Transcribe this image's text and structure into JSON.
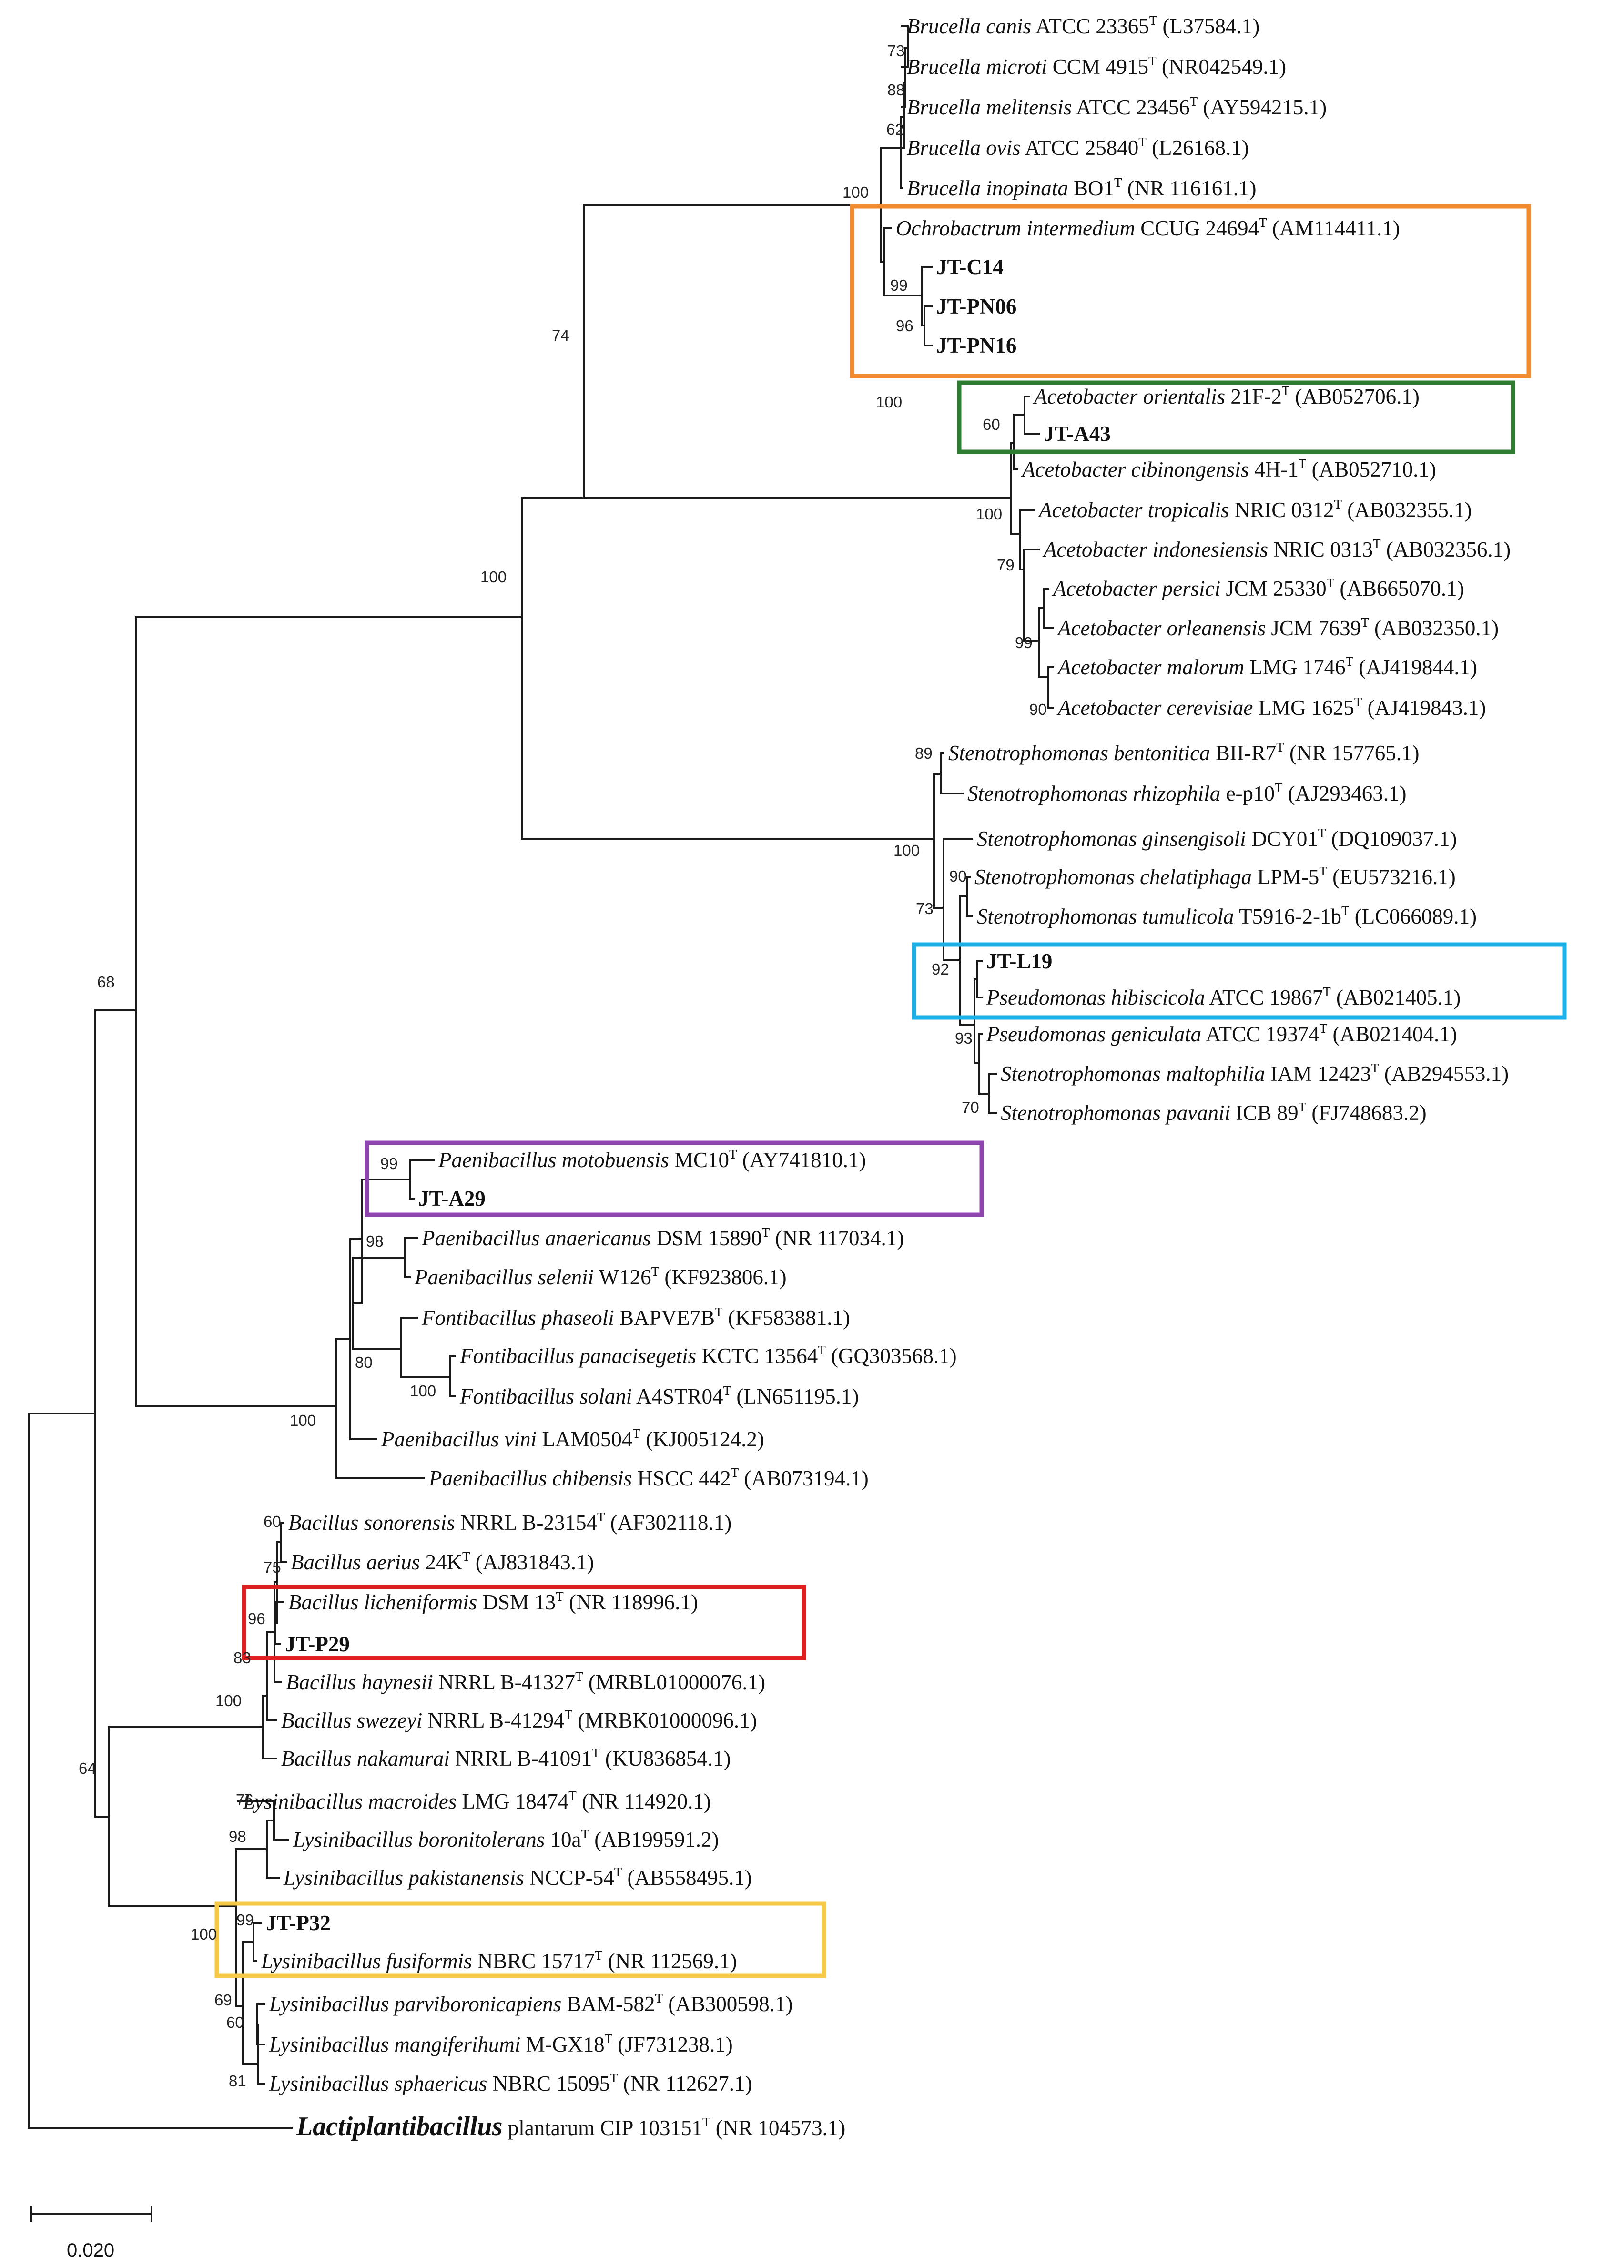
{
  "taxa": [
    {
      "id": "t1",
      "genus": "Brucella canis",
      "rest": " ATCC 23365",
      "accession": " (L37584.1)"
    },
    {
      "id": "t2",
      "genus": "Brucella microti",
      "rest": " CCM 4915",
      "accession": " (NR042549.1)"
    },
    {
      "id": "t3",
      "genus": "Brucella melitensis",
      "rest": " ATCC 23456",
      "accession": " (AY594215.1)"
    },
    {
      "id": "t4",
      "genus": "Brucella ovis",
      "rest": " ATCC 25840",
      "accession": " (L26168.1)"
    },
    {
      "id": "t5",
      "genus": "Brucella inopinata",
      "rest": " BO1",
      "accession": " (NR 116161.1)"
    },
    {
      "id": "t6",
      "genus": "Ochrobactrum intermedium",
      "rest": " CCUG 24694",
      "accession": " (AM114411.1)"
    },
    {
      "id": "t7",
      "genus": "",
      "rest": "JT-C14",
      "accession": "",
      "bold": true
    },
    {
      "id": "t8",
      "genus": "",
      "rest": "JT-PN06",
      "accession": "",
      "bold": true
    },
    {
      "id": "t9",
      "genus": "",
      "rest": "JT-PN16",
      "accession": "",
      "bold": true
    },
    {
      "id": "t10",
      "genus": "Acetobacter orientalis",
      "rest": " 21F-2",
      "accession": " (AB052706.1)"
    },
    {
      "id": "t11",
      "genus": "",
      "rest": "JT-A43",
      "accession": "",
      "bold": true
    },
    {
      "id": "t12",
      "genus": "Acetobacter cibinongensis",
      "rest": " 4H-1",
      "accession": " (AB052710.1)"
    },
    {
      "id": "t13",
      "genus": "Acetobacter tropicalis",
      "rest": " NRIC 0312",
      "accession": " (AB032355.1)"
    },
    {
      "id": "t14",
      "genus": "Acetobacter indonesiensis",
      "rest": " NRIC 0313",
      "accession": " (AB032356.1)"
    },
    {
      "id": "t15",
      "genus": "Acetobacter persici",
      "rest": " JCM 25330",
      "accession": " (AB665070.1)"
    },
    {
      "id": "t16",
      "genus": "Acetobacter orleanensis",
      "rest": " JCM 7639",
      "accession": " (AB032350.1)"
    },
    {
      "id": "t17",
      "genus": "Acetobacter malorum",
      "rest": " LMG 1746",
      "accession": " (AJ419844.1)"
    },
    {
      "id": "t18",
      "genus": "Acetobacter cerevisiae",
      "rest": " LMG 1625",
      "accession": " (AJ419843.1)"
    },
    {
      "id": "t19",
      "genus": "Stenotrophomonas bentonitica",
      "rest": " BII-R7",
      "accession": " (NR 157765.1)"
    },
    {
      "id": "t20",
      "genus": "Stenotrophomonas rhizophila",
      "rest": " e-p10",
      "accession": " (AJ293463.1)"
    },
    {
      "id": "t21",
      "genus": "Stenotrophomonas ginsengisoli",
      "rest": " DCY01",
      "accession": " (DQ109037.1)"
    },
    {
      "id": "t22",
      "genus": "Stenotrophomonas chelatiphaga",
      "rest": " LPM-5",
      "accession": " (EU573216.1)"
    },
    {
      "id": "t23",
      "genus": "Stenotrophomonas tumulicola",
      "rest": " T5916-2-1b",
      "accession": " (LC066089.1)"
    },
    {
      "id": "t24",
      "genus": "",
      "rest": "JT-L19",
      "accession": "",
      "bold": true
    },
    {
      "id": "t25",
      "genus": "Pseudomonas hibiscicola",
      "rest": " ATCC 19867",
      "accession": " (AB021405.1)"
    },
    {
      "id": "t26",
      "genus": "Pseudomonas geniculata",
      "rest": " ATCC 19374",
      "accession": " (AB021404.1)"
    },
    {
      "id": "t27",
      "genus": "Stenotrophomonas maltophilia",
      "rest": " IAM 12423",
      "accession": " (AB294553.1)"
    },
    {
      "id": "t28",
      "genus": "Stenotrophomonas pavanii",
      "rest": " ICB 89",
      "accession": " (FJ748683.2)"
    },
    {
      "id": "t29",
      "genus": "Paenibacillus motobuensis",
      "rest": " MC10",
      "accession": " (AY741810.1)"
    },
    {
      "id": "t30",
      "genus": "",
      "rest": "JT-A29",
      "accession": "",
      "bold": true
    },
    {
      "id": "t31",
      "genus": "Paenibacillus anaericanus",
      "rest": " DSM 15890",
      "accession": " (NR 117034.1)"
    },
    {
      "id": "t32",
      "genus": "Paenibacillus selenii",
      "rest": " W126",
      "accession": " (KF923806.1)"
    },
    {
      "id": "t33",
      "genus": "Fontibacillus phaseoli",
      "rest": " BAPVE7B",
      "accession": " (KF583881.1)"
    },
    {
      "id": "t34",
      "genus": "Fontibacillus panacisegetis",
      "rest": " KCTC 13564",
      "accession": " (GQ303568.1)"
    },
    {
      "id": "t35",
      "genus": "Fontibacillus solani",
      "rest": " A4STR04",
      "accession": " (LN651195.1)"
    },
    {
      "id": "t36",
      "genus": "Paenibacillus vini",
      "rest": " LAM0504",
      "accession": " (KJ005124.2)"
    },
    {
      "id": "t37",
      "genus": "Paenibacillus chibensis",
      "rest": " HSCC 442",
      "accession": " (AB073194.1)"
    },
    {
      "id": "t38",
      "genus": "Bacillus sonorensis",
      "rest": " NRRL B-23154",
      "accession": " (AF302118.1)"
    },
    {
      "id": "t39",
      "genus": "Bacillus aerius",
      "rest": " 24K",
      "accession": " (AJ831843.1)"
    },
    {
      "id": "t40",
      "genus": "Bacillus licheniformis",
      "rest": " DSM 13",
      "accession": " (NR 118996.1)"
    },
    {
      "id": "t41",
      "genus": "",
      "rest": "JT-P29",
      "accession": "",
      "bold": true
    },
    {
      "id": "t42",
      "genus": "Bacillus haynesii",
      "rest": " NRRL B-41327",
      "accession": " (MRBL01000076.1)"
    },
    {
      "id": "t43",
      "genus": "Bacillus swezeyi",
      "rest": " NRRL B-41294",
      "accession": " (MRBK01000096.1)"
    },
    {
      "id": "t44",
      "genus": "Bacillus nakamurai",
      "rest": " NRRL B-41091",
      "accession": " (KU836854.1)"
    },
    {
      "id": "t45",
      "genus": "Lysinibacillus macroides",
      "rest": " LMG 18474",
      "accession": " (NR 114920.1)"
    },
    {
      "id": "t46",
      "genus": "Lysinibacillus boronitolerans",
      "rest": " 10a",
      "accession": " (AB199591.2)"
    },
    {
      "id": "t47",
      "genus": "Lysinibacillus pakistanensis",
      "rest": " NCCP-54",
      "accession": " (AB558495.1)"
    },
    {
      "id": "t48",
      "genus": "",
      "rest": "JT-P32",
      "accession": "",
      "bold": true
    },
    {
      "id": "t49",
      "genus": "Lysinibacillus fusiformis",
      "rest": " NBRC 15717",
      "accession": " (NR 112569.1)"
    },
    {
      "id": "t50",
      "genus": "Lysinibacillus parviboronicapiens",
      "rest": " BAM-582",
      "accession": " (AB300598.1)"
    },
    {
      "id": "t51",
      "genus": "Lysinibacillus mangiferihumi",
      "rest": " M-GX18",
      "accession": " (JF731238.1)"
    },
    {
      "id": "t52",
      "genus": "Lysinibacillus sphaericus",
      "rest": " NBRC 15095",
      "accession": " (NR 112627.1)"
    },
    {
      "id": "t53",
      "genus": "Lactiplantibacillus",
      "rest": " plantarum CIP 103151",
      "accession": " (NR 104573.1)",
      "big": true
    }
  ],
  "type_strain_mark": "T",
  "bootstrap": [
    "73",
    "88",
    "62",
    "100",
    "99",
    "96",
    "74",
    "100",
    "60",
    "100",
    "79",
    "99",
    "90",
    "100",
    "89",
    "100",
    "90",
    "73",
    "92",
    "93",
    "70",
    "99",
    "98",
    "80",
    "100",
    "100",
    "68",
    "60",
    "75",
    "96",
    "83",
    "100",
    "76",
    "98",
    "60",
    "99",
    "100",
    "69",
    "81",
    "64"
  ],
  "scale_bar": {
    "label": "0.020"
  },
  "highlight_colors": {
    "orange": "#f28a2e",
    "green": "#2e7d32",
    "blue": "#1eb1e8",
    "purple": "#8e44ad",
    "red": "#e02020",
    "yellow": "#f7c948"
  }
}
